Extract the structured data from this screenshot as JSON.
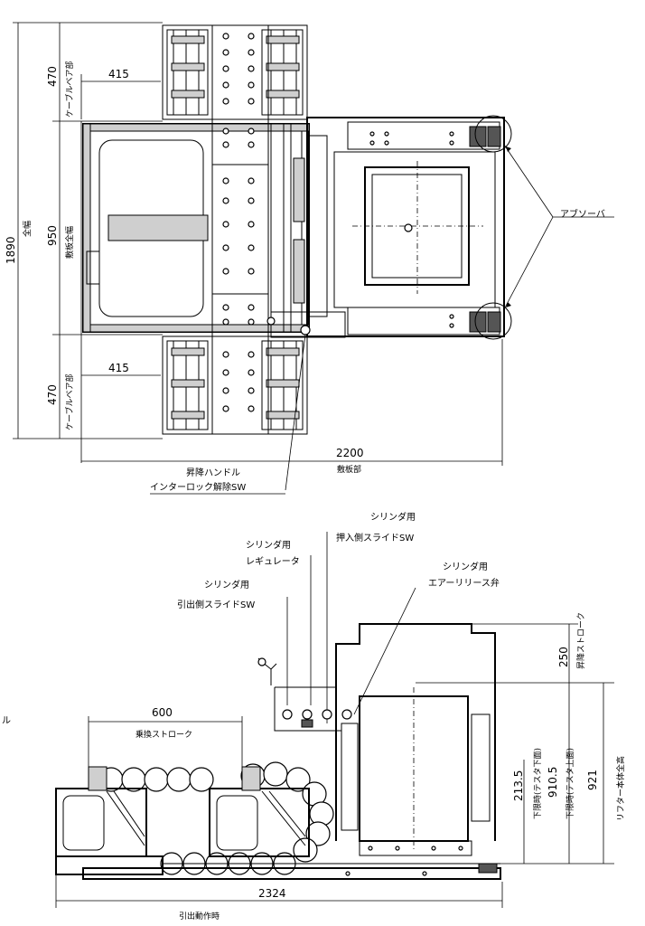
{
  "top_view": {
    "dim_470_upper": "470",
    "label_cable_bear_upper": "ケーブルベア部",
    "dim_415_upper": "415",
    "dim_1890": "1890",
    "label_total_width": "全幅",
    "dim_950": "950",
    "label_base_width": "敷板全幅",
    "dim_470_lower": "470",
    "label_cable_bear_lower": "ケーブルベア部",
    "dim_415_lower": "415",
    "dim_2200": "2200",
    "label_base_plate": "敷板部",
    "label_absorber": "アブソーバ",
    "label_lift_handle": "昇降ハンドル",
    "label_interlock": "インターロック解除SW"
  },
  "side_view": {
    "label_cyl_push_1": "シリンダ用",
    "label_cyl_push_2": "押入側スライドSW",
    "label_cyl_reg_1": "シリンダ用",
    "label_cyl_reg_2": "レギュレータ",
    "label_cyl_air_1": "シリンダ用",
    "label_cyl_air_2": "エアーリリース弁",
    "label_cyl_pull_1": "シリンダ用",
    "label_cyl_pull_2": "引出側スライドSW",
    "label_lift_stroke": "昇降ストローク",
    "dim_250": "250",
    "dim_600": "600",
    "label_move_stroke": "乗換ストローク",
    "dim_213_5": "213.5",
    "label_lower_limit_low": "下限時(テスタ下面)",
    "dim_910_5": "910.5",
    "label_lower_limit_up": "下限時(テスタ上面)",
    "dim_921": "921",
    "label_lifter_height": "リフター本体全高",
    "dim_2324": "2324",
    "label_pull_out": "引出動作時",
    "margin_mark": "ル"
  }
}
